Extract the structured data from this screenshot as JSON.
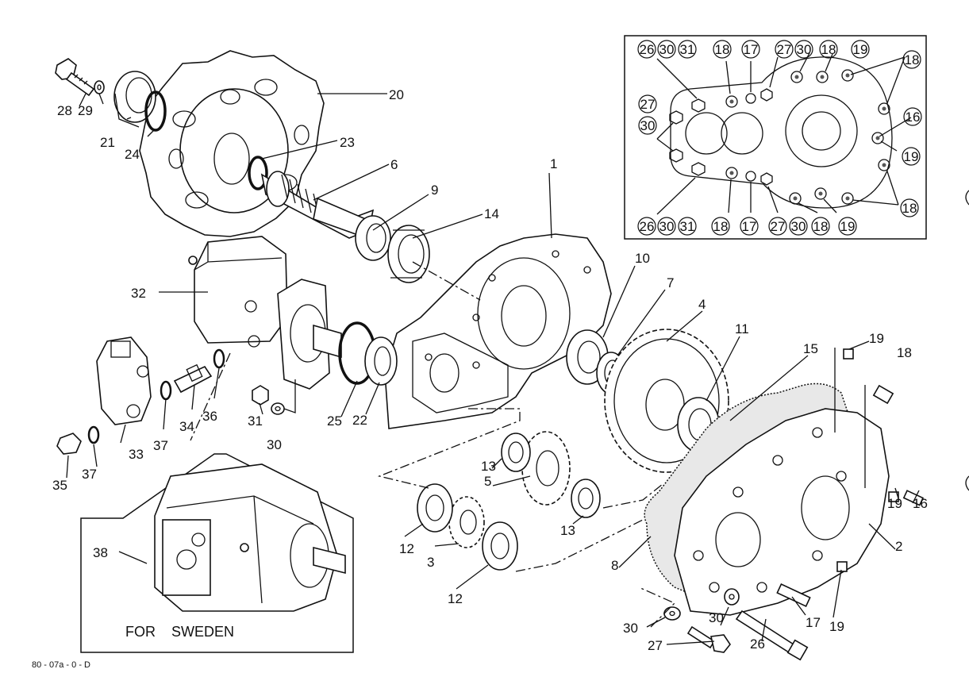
{
  "diagram": {
    "drawing_code": "80 - 07a - 0 - D",
    "inset_caption": "FOR    SWEDEN",
    "main_labels": {
      "l1": "1",
      "l2": "2",
      "l3": "3",
      "l4": "4",
      "l5": "5",
      "l6": "6",
      "l7": "7",
      "l8": "8",
      "l9": "9",
      "l10": "10",
      "l11": "11",
      "l12a": "12",
      "l12b": "12",
      "l13a": "13",
      "l13b": "13",
      "l14": "14",
      "l15": "15",
      "l16": "16",
      "l17": "17",
      "l18": "18",
      "l19a": "19",
      "l19b": "19",
      "l19c": "19",
      "l20": "20",
      "l21": "21",
      "l22": "22",
      "l23": "23",
      "l24": "24",
      "l25": "25",
      "l26": "26",
      "l27": "27",
      "l28": "28",
      "l29": "29",
      "l30a": "30",
      "l30b": "30",
      "l30c": "30",
      "l31": "31",
      "l32": "32",
      "l33": "33",
      "l34": "34",
      "l35": "35",
      "l36": "36",
      "l37a": "37",
      "l37b": "37",
      "l38": "38"
    },
    "detail_labels": {
      "t1": "26",
      "t2": "30",
      "t3": "31",
      "t4": "18",
      "t5": "17",
      "t6": "27",
      "t7": "30",
      "t8": "18",
      "t9": "19",
      "t10": "18",
      "t11": "27",
      "t12": "30",
      "t13": "16",
      "t14": "19",
      "b1": "26",
      "b2": "30",
      "b3": "31",
      "b4": "18",
      "b5": "17",
      "b6": "27",
      "b7": "30",
      "b8": "18",
      "b9": "19",
      "b10": "18"
    }
  }
}
